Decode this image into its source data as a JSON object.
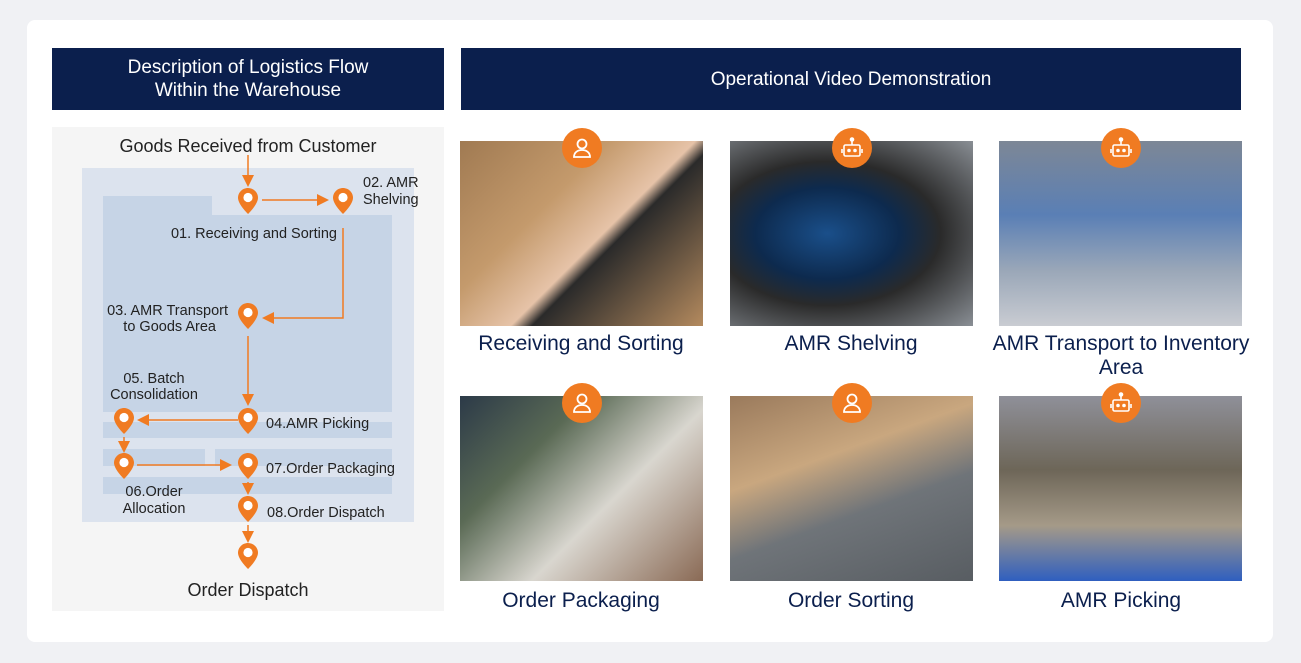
{
  "left_header": {
    "line1": "Description of Logistics Flow",
    "line2": "Within the Warehouse"
  },
  "right_header": "Operational Video Demonstration",
  "flow": {
    "start": "Goods Received from Customer",
    "end": "Order Dispatch",
    "steps": {
      "s01": "01. Receiving and Sorting",
      "s02a": "02. AMR",
      "s02b": "Shelving",
      "s03a": "03. AMR Transport",
      "s03b": "to Goods Area",
      "s04": "04.AMR Picking",
      "s05a": "05. Batch",
      "s05b": "Consolidation",
      "s06a": "06.Order",
      "s06b": "Allocation",
      "s07": "07.Order Packaging",
      "s08": "08.Order Dispatch"
    },
    "accent": "#f07b22"
  },
  "videos": [
    {
      "caption": "Receiving and Sorting",
      "icon": "person-icon"
    },
    {
      "caption": "AMR Shelving",
      "icon": "robot-icon"
    },
    {
      "caption": "AMR Transport to Inventory Area",
      "icon": "robot-icon"
    },
    {
      "caption": "Order Packaging",
      "icon": "person-icon"
    },
    {
      "caption": "Order Sorting",
      "icon": "person-icon"
    },
    {
      "caption": "AMR Picking",
      "icon": "robot-icon"
    }
  ]
}
